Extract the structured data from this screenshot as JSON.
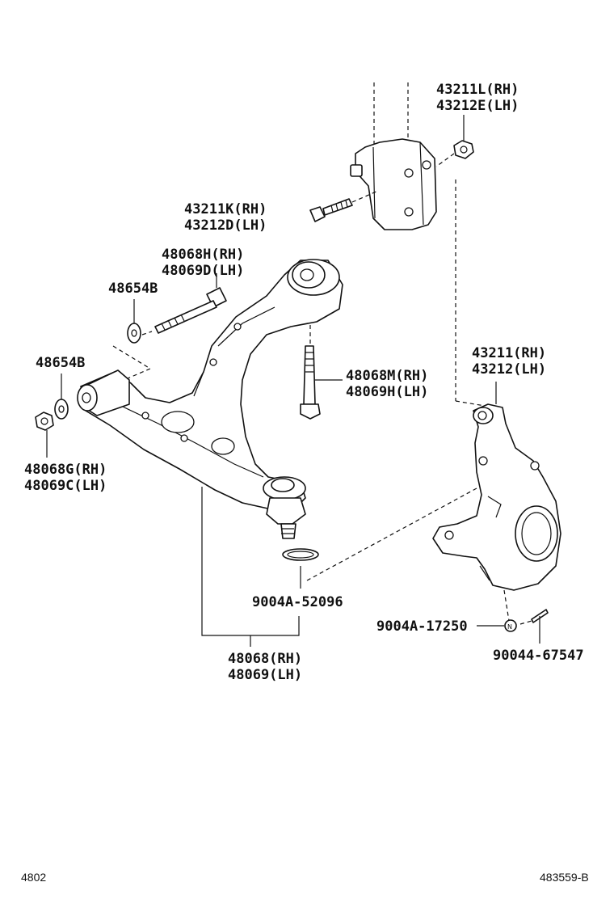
{
  "labels": {
    "p43211L": "43211L(RH)",
    "p43212E": "43212E(LH)",
    "p43211K": "43211K(RH)",
    "p43212D": "43212D(LH)",
    "p48068H": "48068H(RH)",
    "p48069D": "48069D(LH)",
    "p48654B_top": "48654B",
    "p48654B_side": "48654B",
    "p48068M": "48068M(RH)",
    "p48069H": "48069H(LH)",
    "p43211": "43211(RH)",
    "p43212": "43212(LH)",
    "p48068G": "48068G(RH)",
    "p48069C": "48069C(LH)",
    "p9004A52096": "9004A-52096",
    "p9004A17250": "9004A-17250",
    "p9004467547": "90044-67547",
    "p48068": "48068(RH)",
    "p48069": "48069(LH)"
  },
  "footer": {
    "left": "4802",
    "right": "483559-B"
  }
}
